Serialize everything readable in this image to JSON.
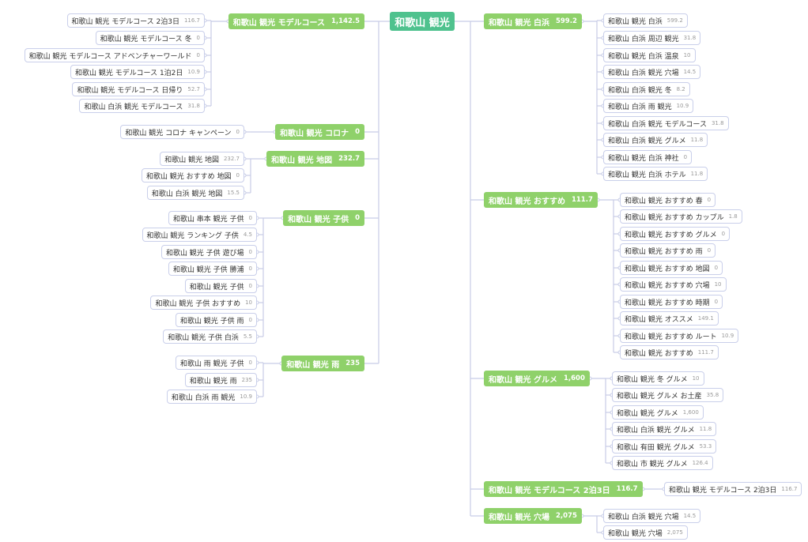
{
  "root": {
    "label": "和歌山 観光"
  },
  "branches": [
    {
      "label": "和歌山 観光 白浜",
      "count": "599.2",
      "children": [
        {
          "label": "和歌山 観光 白浜",
          "count": "599.2"
        },
        {
          "label": "和歌山 白浜 周辺 観光",
          "count": "31.8"
        },
        {
          "label": "和歌山 観光 白浜 温泉",
          "count": "10"
        },
        {
          "label": "和歌山 白浜 観光 穴場",
          "count": "14.5"
        },
        {
          "label": "和歌山 白浜 観光 冬",
          "count": "8.2"
        },
        {
          "label": "和歌山 白浜 雨 観光",
          "count": "10.9"
        },
        {
          "label": "和歌山 白浜 観光 モデルコース",
          "count": "31.8"
        },
        {
          "label": "和歌山 白浜 観光 グルメ",
          "count": "11.8"
        },
        {
          "label": "和歌山 観光 白浜 神社",
          "count": "0"
        },
        {
          "label": "和歌山 観光 白浜 ホテル",
          "count": "11.8"
        }
      ]
    },
    {
      "label": "和歌山 観光 おすすめ",
      "count": "111.7",
      "children": [
        {
          "label": "和歌山 観光 おすすめ 春",
          "count": "0"
        },
        {
          "label": "和歌山 観光 おすすめ カップル",
          "count": "1.8"
        },
        {
          "label": "和歌山 観光 おすすめ グルメ",
          "count": "0"
        },
        {
          "label": "和歌山 観光 おすすめ 雨",
          "count": "0"
        },
        {
          "label": "和歌山 観光 おすすめ 地図",
          "count": "0"
        },
        {
          "label": "和歌山 観光 おすすめ 穴場",
          "count": "10"
        },
        {
          "label": "和歌山 観光 おすすめ 時期",
          "count": "0"
        },
        {
          "label": "和歌山 観光 オススメ",
          "count": "149.1"
        },
        {
          "label": "和歌山 観光 おすすめ ルート",
          "count": "10.9"
        },
        {
          "label": "和歌山 観光 おすすめ",
          "count": "111.7"
        }
      ]
    },
    {
      "label": "和歌山 観光 グルメ",
      "count": "1,600",
      "children": [
        {
          "label": "和歌山 観光 冬 グルメ",
          "count": "10"
        },
        {
          "label": "和歌山 観光 グルメ お土産",
          "count": "35.8"
        },
        {
          "label": "和歌山 観光 グルメ",
          "count": "1,600"
        },
        {
          "label": "和歌山 白浜 観光 グルメ",
          "count": "11.8"
        },
        {
          "label": "和歌山 有田 観光 グルメ",
          "count": "53.3"
        },
        {
          "label": "和歌山 市 観光 グルメ",
          "count": "126.4"
        }
      ]
    },
    {
      "label": "和歌山 観光 モデルコース 2泊3日",
      "count": "116.7",
      "children": [
        {
          "label": "和歌山 観光 モデルコース 2泊3日",
          "count": "116.7"
        }
      ]
    },
    {
      "label": "和歌山 観光 穴場",
      "count": "2,075",
      "children": [
        {
          "label": "和歌山 白浜 観光 穴場",
          "count": "14.5"
        },
        {
          "label": "和歌山 観光 穴場",
          "count": "2,075"
        }
      ]
    },
    {
      "label": "和歌山 観光 モデルコース",
      "count": "1,142.5",
      "children": [
        {
          "label": "和歌山 観光 モデルコース 2泊3日",
          "count": "116.7"
        },
        {
          "label": "和歌山 観光 モデルコース 冬",
          "count": "0"
        },
        {
          "label": "和歌山 観光 モデルコース アドベンチャーワールド",
          "count": "0"
        },
        {
          "label": "和歌山 観光 モデルコース 1泊2日",
          "count": "10.9"
        },
        {
          "label": "和歌山 観光 モデルコース 日帰り",
          "count": "52.7"
        },
        {
          "label": "和歌山 白浜 観光 モデルコース",
          "count": "31.8"
        }
      ]
    },
    {
      "label": "和歌山 観光 コロナ",
      "count": "0",
      "children": [
        {
          "label": "和歌山 観光 コロナ キャンペーン",
          "count": "0"
        }
      ]
    },
    {
      "label": "和歌山 観光 地図",
      "count": "232.7",
      "children": [
        {
          "label": "和歌山 観光 地図",
          "count": "232.7"
        },
        {
          "label": "和歌山 観光 おすすめ 地図",
          "count": "0"
        },
        {
          "label": "和歌山 白浜 観光 地図",
          "count": "15.5"
        }
      ]
    },
    {
      "label": "和歌山 観光 子供",
      "count": "0",
      "children": [
        {
          "label": "和歌山 串本 観光 子供",
          "count": "0"
        },
        {
          "label": "和歌山 観光 ランキング 子供",
          "count": "4.5"
        },
        {
          "label": "和歌山 観光 子供 遊び場",
          "count": "0"
        },
        {
          "label": "和歌山 観光 子供 勝浦",
          "count": "0"
        },
        {
          "label": "和歌山 観光 子供",
          "count": "0"
        },
        {
          "label": "和歌山 観光 子供 おすすめ",
          "count": "10"
        },
        {
          "label": "和歌山 観光 子供 雨",
          "count": "0"
        },
        {
          "label": "和歌山 観光 子供 白浜",
          "count": "5.5"
        }
      ]
    },
    {
      "label": "和歌山 観光 雨",
      "count": "235",
      "children": [
        {
          "label": "和歌山 雨 観光 子供",
          "count": "0"
        },
        {
          "label": "和歌山 観光 雨",
          "count": "235"
        },
        {
          "label": "和歌山 白浜 雨 観光",
          "count": "10.9"
        }
      ]
    }
  ],
  "colors": {
    "root": "#4fc28e",
    "branch": "#8fd16a",
    "leaf_border": "#c9cfea",
    "link": "#c7cce6"
  }
}
